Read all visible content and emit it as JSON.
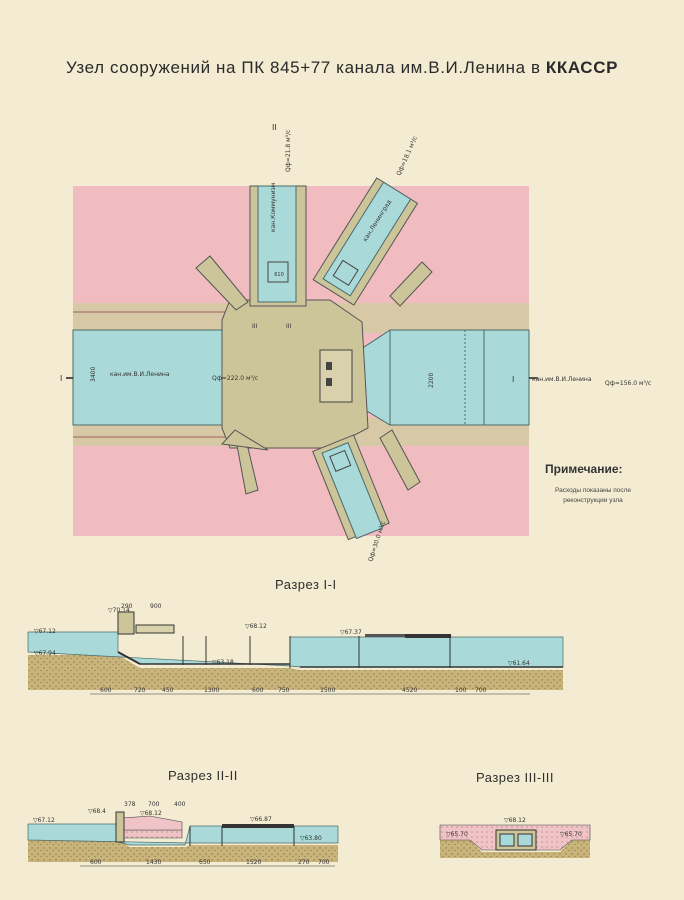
{
  "title": {
    "prefix": "Узел сооружений на ПК 845+77 канала им.В.И.Ленина в ",
    "bold": "ККАССР"
  },
  "plan": {
    "main_canal_left": "кан.им.В.И.Ленина",
    "main_canal_right": "кан.им.В.И.Ленина",
    "branch_north": "кан.Коммунизм",
    "branch_ne": "кан.Ленинград",
    "q_left": "Qф=222.0 м³/с",
    "q_right": "Qф=156.0 м³/с",
    "q_north": "Qф=21.8 м³/с",
    "q_ne": "Qф=18.1 м³/с",
    "q_south": "Qф=30.0 м³/с",
    "width_left": "3400",
    "width_right": "2200",
    "cut_I": "I",
    "cut_II": "II",
    "cut_III": "III"
  },
  "note": {
    "heading": "Примечание:",
    "text": "Расходы показаны после реконструкции узла"
  },
  "section_1": {
    "title": "Разрез I-I",
    "elevations": [
      "▽70.14",
      "▽68.12",
      "▽67.37",
      "▽67.12",
      "▽67.94",
      "▽61.64",
      "▽63.18"
    ],
    "top_dims": [
      "290",
      "900"
    ],
    "bottom_dims": [
      "600",
      "720",
      "450",
      "1300",
      "600",
      "750",
      "1500",
      "4520",
      "100",
      "700"
    ]
  },
  "section_2": {
    "title": "Разрез II-II",
    "elevations": [
      "▽68.4",
      "▽68.12",
      "▽66.87",
      "▽67.12",
      "▽63.80"
    ],
    "top_dims": [
      "378",
      "700",
      "400"
    ],
    "bottom_dims": [
      "600",
      "1430",
      "650",
      "1520",
      "270",
      "700"
    ]
  },
  "section_3": {
    "title": "Разрез III-III",
    "elevations": [
      "▽68.12",
      "▽65.70",
      "▽65.70"
    ]
  },
  "colors": {
    "paper": "#f3ecd2",
    "pink_zone": "#f0bcc0",
    "water": "#a9d9d8",
    "concrete": "#cdc59a",
    "ground": "#c8b37a"
  }
}
